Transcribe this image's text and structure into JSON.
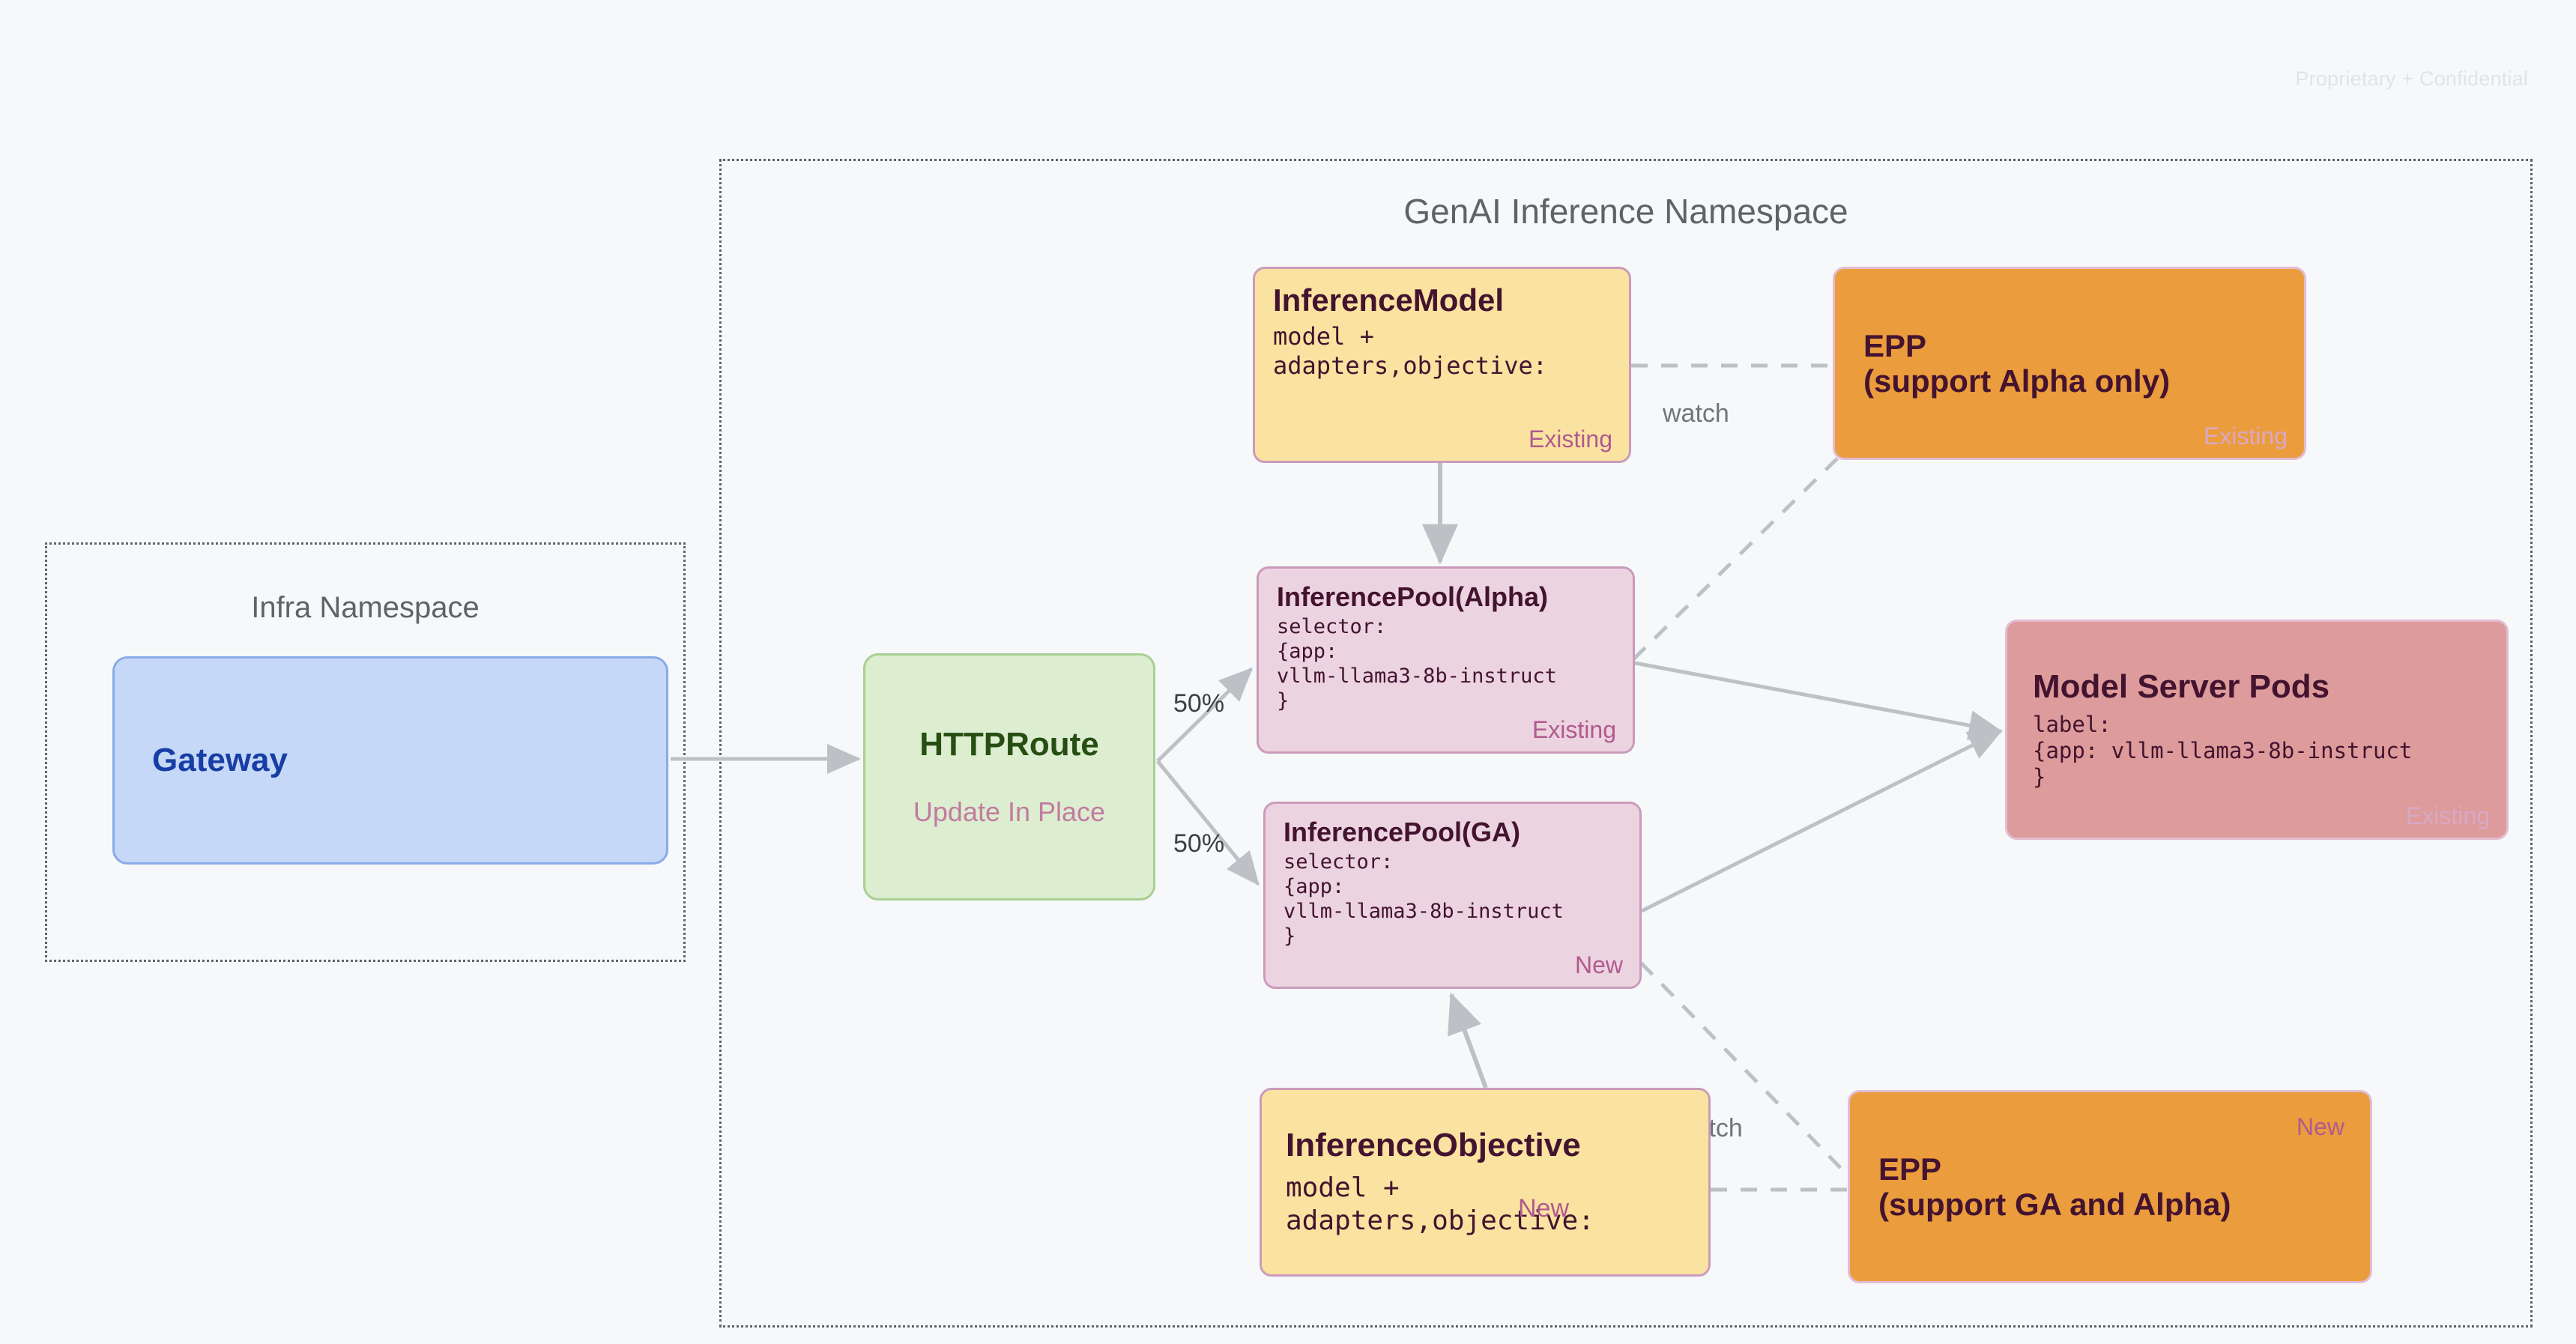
{
  "watermark": "Proprietary + Confidential",
  "namespaces": {
    "infra": {
      "title": "Infra Namespace"
    },
    "genai": {
      "title": "GenAI Inference Namespace"
    }
  },
  "nodes": {
    "gateway": {
      "title": "Gateway"
    },
    "httproute": {
      "title": "HTTPRoute",
      "status": "Update In Place"
    },
    "inference_model": {
      "title": "InferenceModel",
      "body": "model +\nadapters,objective:",
      "status": "Existing"
    },
    "epp_alpha": {
      "title": "EPP\n(support Alpha only)",
      "status": "Existing"
    },
    "pool_alpha": {
      "title": "InferencePool(Alpha)",
      "body": "selector:\n{app:\nvllm-llama3-8b-instruct\n}",
      "status": "Existing"
    },
    "pool_ga": {
      "title": "InferencePool(GA)",
      "body": "selector:\n{app:\nvllm-llama3-8b-instruct\n}",
      "status": "New"
    },
    "model_server_pods": {
      "title": "Model Server Pods",
      "body": "label:\n{app: vllm-llama3-8b-instruct\n}",
      "status": "Existing"
    },
    "inference_objective": {
      "title": "InferenceObjective",
      "body": "model +\nadapters,objective:",
      "status": "New"
    },
    "epp_ga": {
      "title": "EPP\n(support GA and Alpha)",
      "status": "New"
    }
  },
  "edges": {
    "split_top_label": "50%",
    "split_bottom_label": "50%",
    "watch_top": "watch",
    "watch_bottom": "watch"
  },
  "colors": {
    "background": "#f6f8fa",
    "gateway_fill": "#c5d8f7",
    "httproute_fill": "#dcedd0",
    "yellow_fill": "#fae3a0",
    "pink_fill": "#ecd3e0",
    "orange_fill": "#eb9c3c",
    "salmon_fill": "#dd9b9b",
    "connector": "#bdc1c6",
    "tag_plum": "#b05a8f"
  }
}
